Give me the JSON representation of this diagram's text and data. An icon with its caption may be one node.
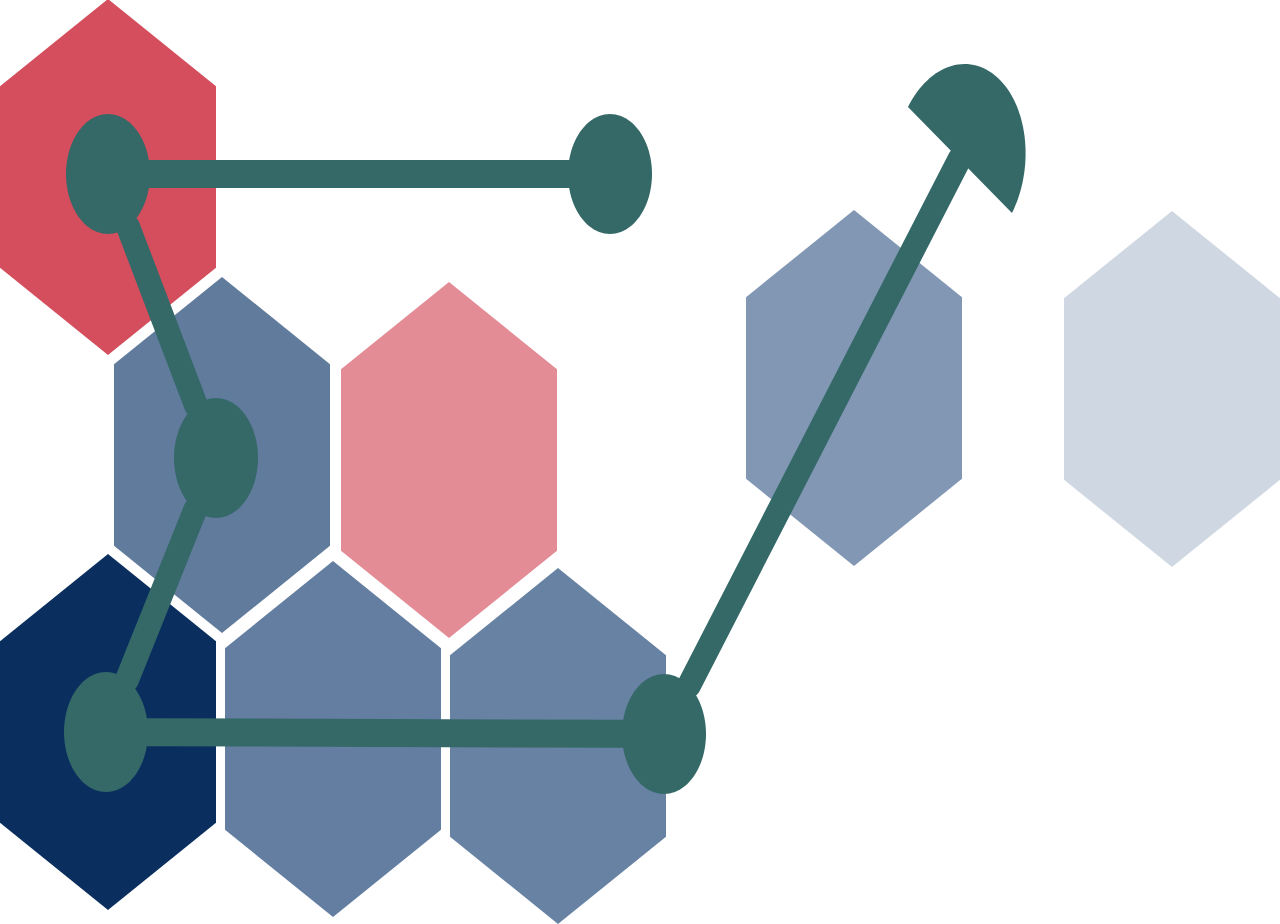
{
  "diagram": {
    "nodes": [
      {
        "text": [],
        "shape": "ellipse"
      },
      {
        "text": [],
        "shape": "ellipse"
      },
      {
        "text": [],
        "shape": "semicircle"
      },
      {
        "text": [],
        "shape": "ellipse"
      },
      {
        "text": [],
        "shape": "ellipse"
      },
      {
        "text": [],
        "shape": "ellipse"
      }
    ],
    "edges": [
      {
        "from": 0,
        "to": 1,
        "arrow": "none"
      },
      {
        "from": 0,
        "to": 3,
        "arrow": "none"
      },
      {
        "from": 3,
        "to": 4,
        "arrow": "none"
      },
      {
        "from": 4,
        "to": 5,
        "arrow": "none"
      },
      {
        "from": 5,
        "to": 2,
        "arrow": "none"
      }
    ]
  }
}
